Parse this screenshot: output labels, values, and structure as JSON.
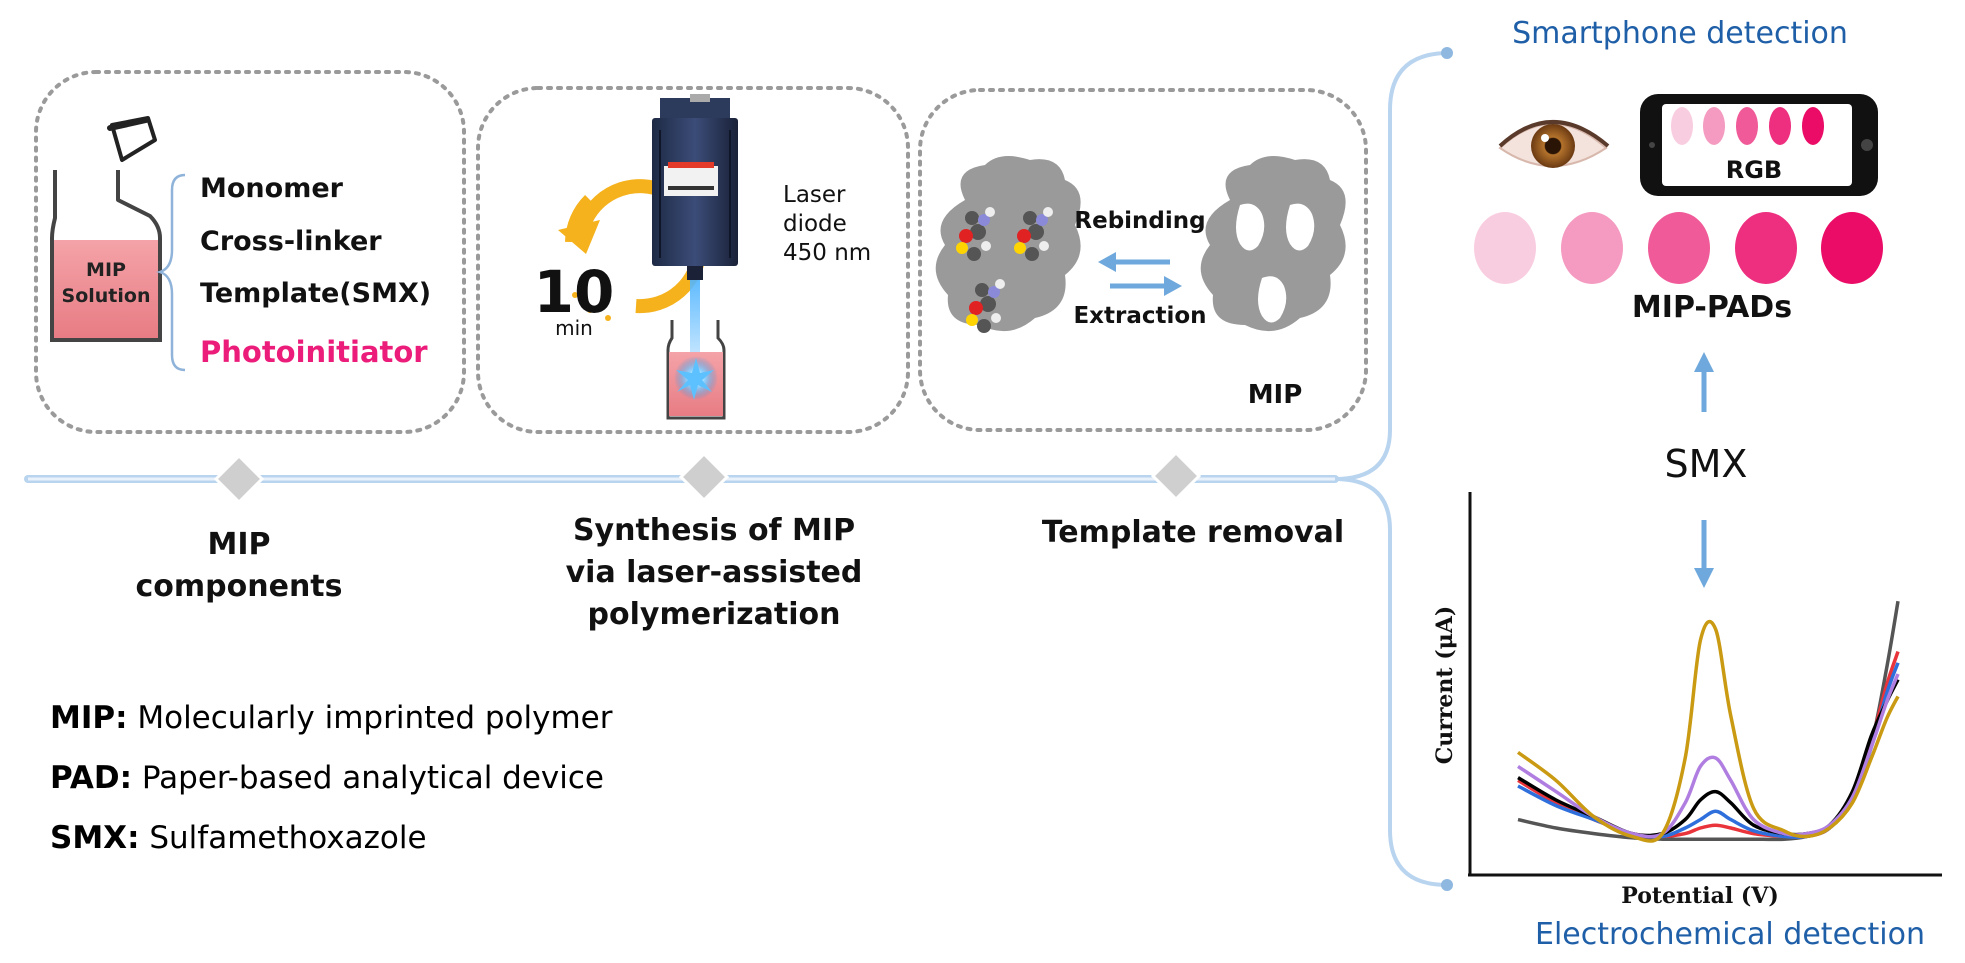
{
  "steps": {
    "components": {
      "vial_label_1": "MIP",
      "vial_label_2": "Solution",
      "items": [
        "Monomer",
        "Cross-linker",
        "Template(SMX)",
        "Photoinitiator"
      ],
      "caption_1": "MIP",
      "caption_2": "components"
    },
    "synthesis": {
      "timer_value": "10",
      "timer_unit": "min",
      "laser_label_1": "Laser",
      "laser_label_2": "diode",
      "laser_label_3": "450 nm",
      "caption_1": "Synthesis of MIP",
      "caption_2": "via laser-assisted",
      "caption_3": "polymerization"
    },
    "removal": {
      "rebinding": "Rebinding",
      "extraction": "Extraction",
      "mip": "MIP",
      "caption": "Template removal"
    }
  },
  "detection": {
    "smartphone_title": "Smartphone detection",
    "rgb": "RGB",
    "pads": "MIP-PADs",
    "analyte": "SMX",
    "electro_title": "Electrochemical detection",
    "xlabel": "Potential (V)",
    "ylabel": "Current (μA)"
  },
  "legend": [
    {
      "abbr": "MIP:",
      "text": "Molecularly imprinted polymer"
    },
    {
      "abbr": "PAD:",
      "text": "Paper-based analytical device"
    },
    {
      "abbr": "SMX:",
      "text": "Sulfamethoxazole"
    }
  ],
  "colors": {
    "accent_blue": "#1f5fa8",
    "arrow_blue": "#6fa8dc",
    "photoinitiator": "#ec1c7a",
    "solution": "#ee7f86",
    "pad_shades": [
      "#f9cde0",
      "#f59ac0",
      "#f05a98",
      "#ee2f80",
      "#ea0c66"
    ],
    "curve_colors": [
      "#555555",
      "#e8343a",
      "#2f6fdc",
      "#000000",
      "#b07ee0",
      "#c99a12"
    ]
  },
  "chart_data": {
    "type": "line",
    "title": "",
    "xlabel": "Potential (V)",
    "ylabel": "Current (μA)",
    "x": [
      0,
      0.1,
      0.2,
      0.3,
      0.38,
      0.44,
      0.48,
      0.52,
      0.56,
      0.62,
      0.7,
      0.76,
      0.82,
      0.88,
      0.93,
      0.97,
      1.0
    ],
    "ylim": [
      0,
      1
    ],
    "series": [
      {
        "values": [
          0.08,
          0.05,
          0.03,
          0.015,
          0.01,
          0.01,
          0.01,
          0.01,
          0.01,
          0.01,
          0.01,
          0.02,
          0.05,
          0.15,
          0.35,
          0.62,
          0.86
        ]
      },
      {
        "values": [
          0.22,
          0.14,
          0.08,
          0.03,
          0.02,
          0.03,
          0.05,
          0.06,
          0.05,
          0.03,
          0.02,
          0.02,
          0.05,
          0.16,
          0.36,
          0.56,
          0.68
        ]
      },
      {
        "values": [
          0.2,
          0.13,
          0.08,
          0.03,
          0.02,
          0.05,
          0.08,
          0.11,
          0.08,
          0.04,
          0.02,
          0.02,
          0.05,
          0.15,
          0.34,
          0.53,
          0.64
        ]
      },
      {
        "values": [
          0.23,
          0.15,
          0.09,
          0.03,
          0.03,
          0.08,
          0.15,
          0.18,
          0.14,
          0.06,
          0.03,
          0.03,
          0.06,
          0.18,
          0.38,
          0.5,
          0.58
        ]
      },
      {
        "values": [
          0.27,
          0.18,
          0.09,
          0.03,
          0.03,
          0.14,
          0.27,
          0.3,
          0.22,
          0.08,
          0.03,
          0.03,
          0.06,
          0.16,
          0.34,
          0.5,
          0.6
        ]
      },
      {
        "values": [
          0.32,
          0.22,
          0.09,
          0.02,
          0.03,
          0.3,
          0.72,
          0.76,
          0.45,
          0.12,
          0.04,
          0.02,
          0.05,
          0.14,
          0.3,
          0.44,
          0.52
        ]
      }
    ]
  }
}
